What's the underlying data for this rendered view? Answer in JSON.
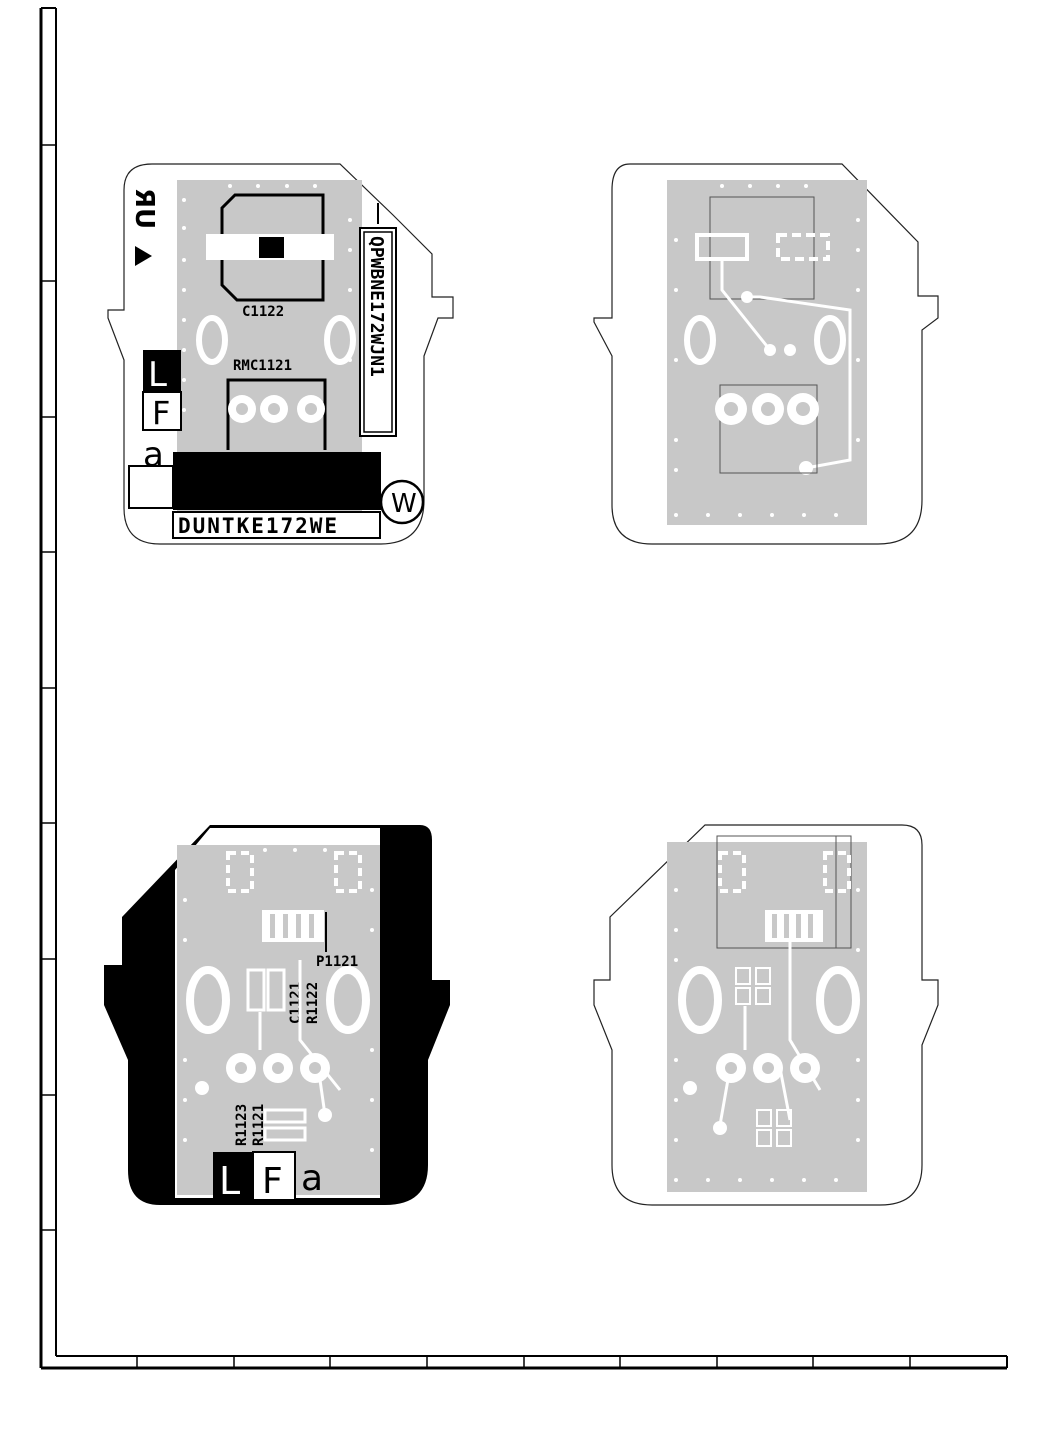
{
  "colors": {
    "copper": "#c8c8c8",
    "ink": "#000000",
    "paper": "#ffffff",
    "outline": "#222222"
  },
  "board_top_left": {
    "ref_cap": "C1122",
    "ref_connector": "RMC1121",
    "part_vertical": "QPWBNE172WJN1",
    "part_bottom": "DUNTKE172WE",
    "mark_w": "W",
    "mark_a": "a",
    "box_L": "L",
    "box_F": "F",
    "logo_icon": "ul-recognized-icon"
  },
  "board_bottom_left": {
    "ref_p": "P1121",
    "ref_c": "C1121",
    "ref_r1122": "R1122",
    "ref_r1123": "R1123",
    "ref_r1121": "R1121",
    "box_L": "L",
    "box_F": "F",
    "mark_a": "a"
  }
}
